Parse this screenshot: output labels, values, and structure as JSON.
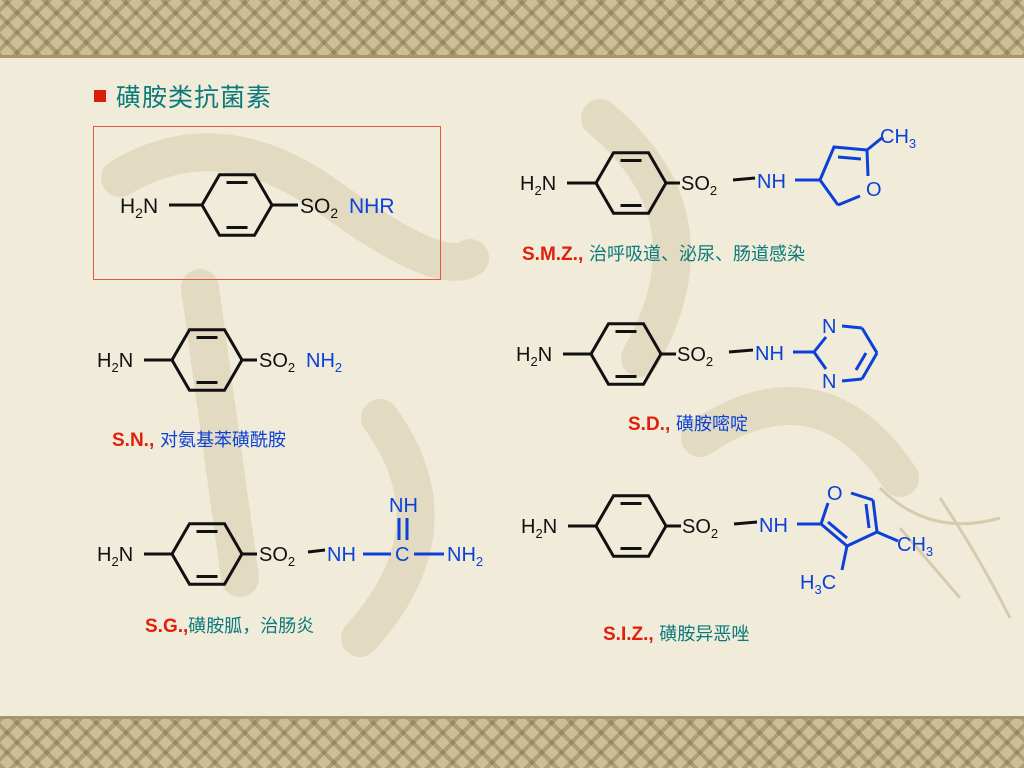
{
  "heading": "磺胺类抗菌素",
  "colors": {
    "accent_red": "#e0200a",
    "teal": "#0a7a7a",
    "blue": "#0b41d8",
    "black": "#111111"
  },
  "labels": {
    "h2n": "H2N",
    "so2": "SO2",
    "nh": "NH",
    "nhr": "NHR",
    "nh2": "NH2",
    "n": "N",
    "o": "O",
    "c": "C",
    "ch3": "CH3",
    "h3c": "H3C"
  },
  "captions": {
    "smz": {
      "abbr": "S.M.Z.,",
      "desc": " 治呼吸道、泌尿、肠道感染"
    },
    "sn": {
      "abbr": "S.N.,",
      "desc": " 对氨基苯磺酰胺"
    },
    "sd": {
      "abbr": "S.D.,",
      "desc": " 磺胺嘧啶"
    },
    "sg": {
      "abbr": "S.G.,",
      "desc": "磺胺胍，治肠炎"
    },
    "siz": {
      "abbr": "S.I.Z.,",
      "desc": "  磺胺异恶唑"
    }
  }
}
